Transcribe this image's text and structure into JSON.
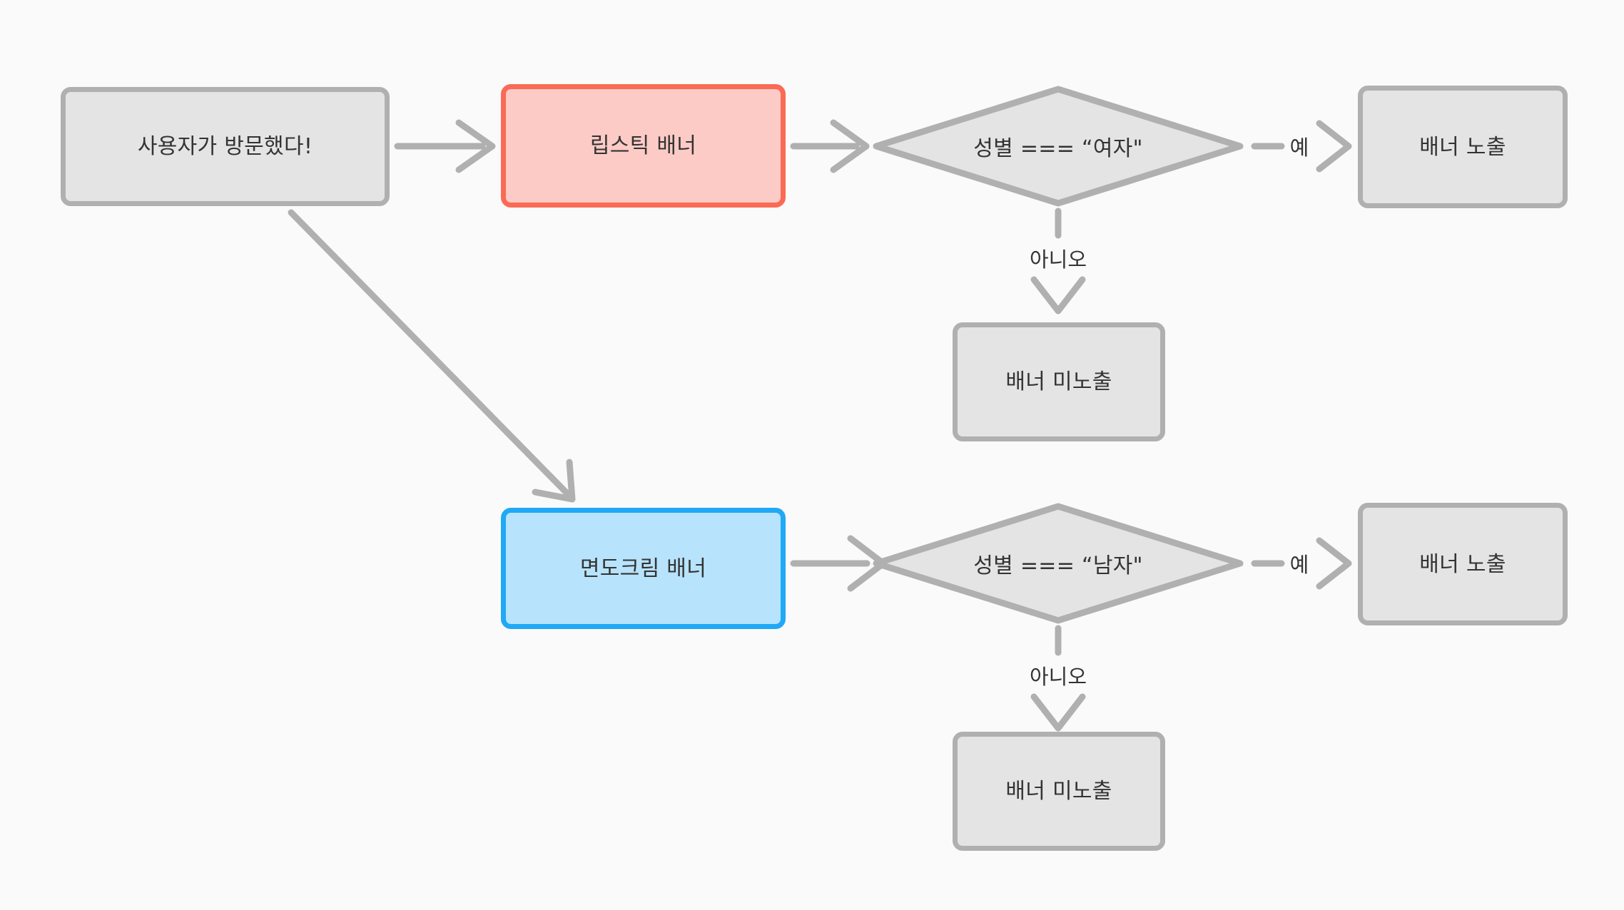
{
  "diagram": {
    "type": "flowchart",
    "background_color": "#fafafa",
    "edge_color": "#b0b0b0",
    "text_color": "#333333",
    "nodes": {
      "start": {
        "label": "사용자가 방문했다!",
        "shape": "rounded-rect",
        "fill": "#e4e4e4",
        "border": "#b0b0b0"
      },
      "lipstick_banner": {
        "label": "립스틱 배너",
        "shape": "rounded-rect",
        "fill": "#fccbc6",
        "border": "#fa6a55"
      },
      "shaving_banner": {
        "label": "면도크림 배너",
        "shape": "rounded-rect",
        "fill": "#b8e3fc",
        "border": "#1fa9f6"
      },
      "condition_female": {
        "label": "성별 === “여자\"",
        "shape": "diamond",
        "fill": "#e4e4e4",
        "border": "#b0b0b0"
      },
      "condition_male": {
        "label": "성별 === “남자\"",
        "shape": "diamond",
        "fill": "#e4e4e4",
        "border": "#b0b0b0"
      },
      "show_banner_female": {
        "label": "배너 노출",
        "shape": "rounded-rect",
        "fill": "#e4e4e4",
        "border": "#b0b0b0"
      },
      "hide_banner_female": {
        "label": "배너 미노출",
        "shape": "rounded-rect",
        "fill": "#e4e4e4",
        "border": "#b0b0b0"
      },
      "show_banner_male": {
        "label": "배너 노출",
        "shape": "rounded-rect",
        "fill": "#e4e4e4",
        "border": "#b0b0b0"
      },
      "hide_banner_male": {
        "label": "배너 미노출",
        "shape": "rounded-rect",
        "fill": "#e4e4e4",
        "border": "#b0b0b0"
      }
    },
    "edge_labels": {
      "yes_female": "예",
      "no_female": "아니오",
      "yes_male": "예",
      "no_male": "아니오"
    }
  }
}
